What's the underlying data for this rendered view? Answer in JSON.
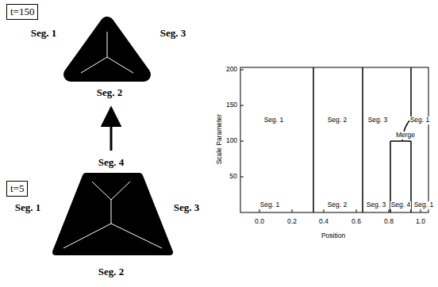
{
  "diagram": {
    "nodes": [
      {
        "text": [
          "t=150"
        ]
      },
      {
        "text": [
          "t=5"
        ]
      }
    ],
    "labels": [
      "Seg. 1",
      "Seg. 3",
      "Seg. 2",
      "Seg. 4",
      "Seg. 1",
      "Seg. 3",
      "Seg. 2",
      "200",
      "150",
      "100",
      "50",
      "Scale Parameter",
      "Seg. 1",
      "Seg. 2",
      "Seg. 3",
      "Seg. 1",
      "Merge",
      "Seg. 1",
      "Seg. 2",
      "Seg. 3",
      "Seg. 4",
      "Seg. 1",
      "0.0",
      "0.2",
      "0.4",
      "0.6",
      "0.8",
      "1.0",
      "Position"
    ]
  }
}
